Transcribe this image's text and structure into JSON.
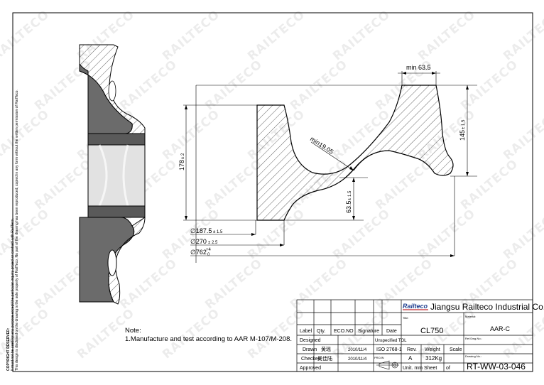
{
  "watermark": "RAILTECO",
  "copyright": {
    "title": "COPYRIGHT RESERVED:",
    "line1": "It must not be used for any purpose except the particular inquiry project or contract with RailTeco.",
    "line2": "This design is disclosed on the drawing is the sole property of RailTeco, No part of the drawing has been reproduced, copied in any form without the written permission of RailTeco."
  },
  "notes": {
    "title": "Note:",
    "item1": "1.Manufacture and test according to AAR M-107/M-208."
  },
  "dimensions": {
    "min_top": "min 63.5",
    "h145": "145",
    "h145_tol": "± 1.5",
    "h178": "178",
    "h178_tol": "± 2",
    "min_fillet": "min19.05",
    "h63": "63.5",
    "h63_tol": "± 1.5",
    "d187": "∅187.5",
    "d187_tol": "± 1.5",
    "d270": "∅270",
    "d270_tol": "± 2.5",
    "d762": "∅762",
    "d762_tol_up": "+4",
    "d762_tol_dn": "0"
  },
  "title_block": {
    "logo": "Railteco",
    "company": "Jiangsu Railteco Industrial Co.,LTD",
    "title_label": "Title:",
    "title": "CL750",
    "material_label": "Material:",
    "material": "AAR-C",
    "refdwg_label": "Ref.Dwg.No.:",
    "drawingno_label": "Drawing No.:",
    "drawing_no": "RT-WW-03-046",
    "label": "Label",
    "qty": "Qty.",
    "eco": "ECO.NO",
    "signature": "Signature",
    "date": "Date",
    "designed": "Designed",
    "unspecified": "Unspecified TOL",
    "drawn": "Drawn",
    "drawn_sig": "黄瑶",
    "drawn_date": "2010/11/4",
    "iso": "ISO 2768-1",
    "rev_label": "Rev.",
    "weight_label": "Weight",
    "scale_label": "Scale",
    "checked": "Checked",
    "checked_sig": "吴佳陆",
    "checked_date": "2010/11/4",
    "proj_label": "PROJN",
    "rev": "A",
    "weight": "312Kg",
    "approved": "Approved",
    "unit": "Unit. mm",
    "sheet": "Sheet",
    "of": "of"
  }
}
